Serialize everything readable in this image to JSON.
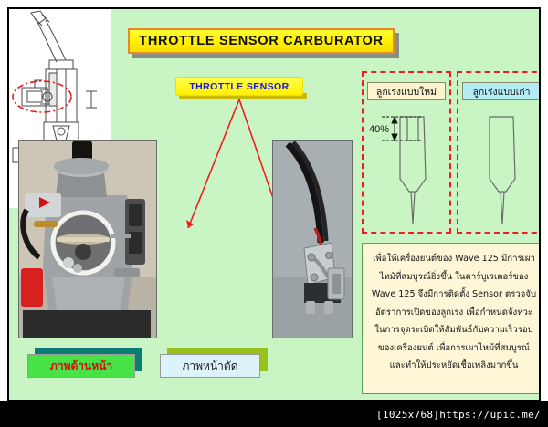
{
  "title": {
    "text": "THROTTLE  SENSOR  CARBURATOR"
  },
  "callout": {
    "sensor_label": "THROTTLE  SENSOR"
  },
  "figures": {
    "front_photo_name": "carburetor-front-photo",
    "section_diagram_name": "carburetor-cross-section-diagram",
    "sensor_photo_name": "throttle-sensor-photo"
  },
  "captions": {
    "front_view": "ภาพด้านหน้า",
    "cross_section": "ภาพหน้าตัด"
  },
  "comparison": {
    "new_label": "ลูกเร่งแบบใหม่",
    "old_label": "ลูกเร่งแบบเก่า",
    "dimension_label": "40%"
  },
  "description": {
    "line1": "เพื่อให้เครื่องยนต์ของ Wave 125 มีการเผา",
    "line2": "ไหม้ที่สมบูรณ์ยิ่งขึ้น ในคาร์บูเรเตอร์ของ",
    "line3": "Wave 125 จึงมีการติดตั้ง Sensor ตรวจจับ",
    "line4": "อัตราการเปิดของลูกเร่ง เพื่อกำหนดจังหวะ",
    "line5": "ในการจุดระเบิดให้สัมพันธ์กับความเร็วรอบ",
    "line6": "ของเครื่องยนต์ เพื่อการเผาไหม้ที่สมบูรณ์",
    "line7": "และทำให้ประหยัดเชื้อเพลิงมากขึ้น"
  },
  "watermark": {
    "text": "[1025x768]https://upic.me/"
  },
  "colors": {
    "background": "#c9f5c4",
    "banner_yellow": "#ffee00",
    "banner_border": "#e58a2a",
    "sensor_text_blue": "#1414d8",
    "pointer_red": "#ef1d1d",
    "caption_green": "#46e246",
    "caption_blue": "#ddf3fb",
    "chip_cream": "#fdf3cf",
    "chip_cyan": "#b3ecf5",
    "desc_panel": "#fdf7d8"
  }
}
